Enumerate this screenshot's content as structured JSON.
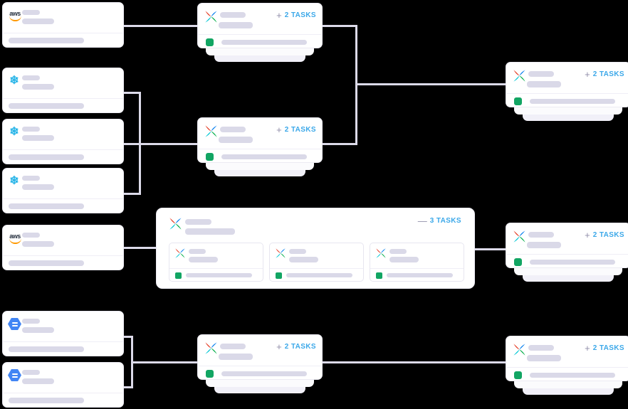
{
  "canvas": {
    "background": "#000000",
    "connector_color": "#DCDAE9",
    "card_background": "#FFFFFF",
    "skeleton_bar_color": "#DAD9E8"
  },
  "brands": {
    "aws": {
      "wordmark": "aws",
      "smile_color": "#FF9900",
      "text_color": "#252F3E"
    },
    "snowflake": {
      "glyph": "❄",
      "color": "#29B5E8"
    },
    "google_cloud": {
      "color": "#4285F4"
    },
    "airflow": {
      "blade_colors": [
        "#017CEE",
        "#00AD46",
        "#00C7D4",
        "#E43921"
      ]
    }
  },
  "status": {
    "name": "success",
    "color": "#12A563"
  },
  "task_labels": {
    "m1": {
      "toggle": "+",
      "count": "2 TASKS"
    },
    "m2": {
      "toggle": "+",
      "count": "2 TASKS"
    },
    "m3": {
      "toggle": "+",
      "count": "2 TASKS"
    },
    "r1": {
      "toggle": "+",
      "count": "2 TASKS"
    },
    "r2": {
      "toggle": "+",
      "count": "2 TASKS"
    },
    "r3": {
      "toggle": "+",
      "count": "2 TASKS"
    },
    "expanded": {
      "toggle": "—",
      "count": "3 TASKS"
    }
  }
}
